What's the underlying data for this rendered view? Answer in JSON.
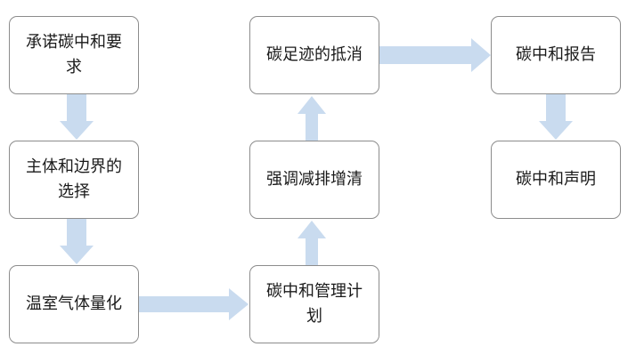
{
  "flow": {
    "steps": [
      {
        "id": "commit",
        "label": "承诺碳中和要求"
      },
      {
        "id": "scope",
        "label": "主体和边界的选择"
      },
      {
        "id": "quantify",
        "label": "温室气体量化"
      },
      {
        "id": "plan",
        "label": "碳中和管理计划"
      },
      {
        "id": "reduce",
        "label": "强调减排增清"
      },
      {
        "id": "offset",
        "label": "碳足迹的抵消"
      },
      {
        "id": "report",
        "label": "碳中和报告"
      },
      {
        "id": "declare",
        "label": "碳中和声明"
      }
    ],
    "connections": [
      {
        "from": "commit",
        "to": "scope"
      },
      {
        "from": "scope",
        "to": "quantify"
      },
      {
        "from": "quantify",
        "to": "plan"
      },
      {
        "from": "plan",
        "to": "reduce"
      },
      {
        "from": "reduce",
        "to": "offset"
      },
      {
        "from": "offset",
        "to": "report"
      },
      {
        "from": "report",
        "to": "declare"
      }
    ],
    "arrow_color": "#c9dbef"
  }
}
